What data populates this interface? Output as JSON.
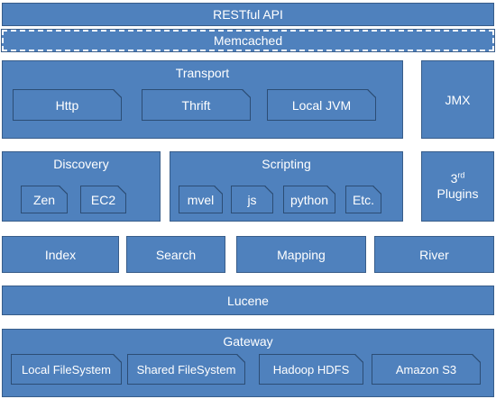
{
  "diagram": {
    "restful_api": "RESTful API",
    "memcached": "Memcached",
    "transport": {
      "title": "Transport",
      "items": [
        "Http",
        "Thrift",
        "Local JVM"
      ]
    },
    "jmx": "JMX",
    "discovery": {
      "title": "Discovery",
      "items": [
        "Zen",
        "EC2"
      ]
    },
    "scripting": {
      "title": "Scripting",
      "items": [
        "mvel",
        "js",
        "python",
        "Etc."
      ]
    },
    "plugins": {
      "number": "3",
      "superscript": "rd",
      "label": "Plugins"
    },
    "middle_row": [
      "Index",
      "Search",
      "Mapping",
      "River"
    ],
    "lucene": "Lucene",
    "gateway": {
      "title": "Gateway",
      "items": [
        "Local FileSystem",
        "Shared FileSystem",
        "Hadoop HDFS",
        "Amazon S3"
      ]
    },
    "colors": {
      "fill": "#4f81bd",
      "border": "#385d8a",
      "text": "#ffffff"
    }
  }
}
